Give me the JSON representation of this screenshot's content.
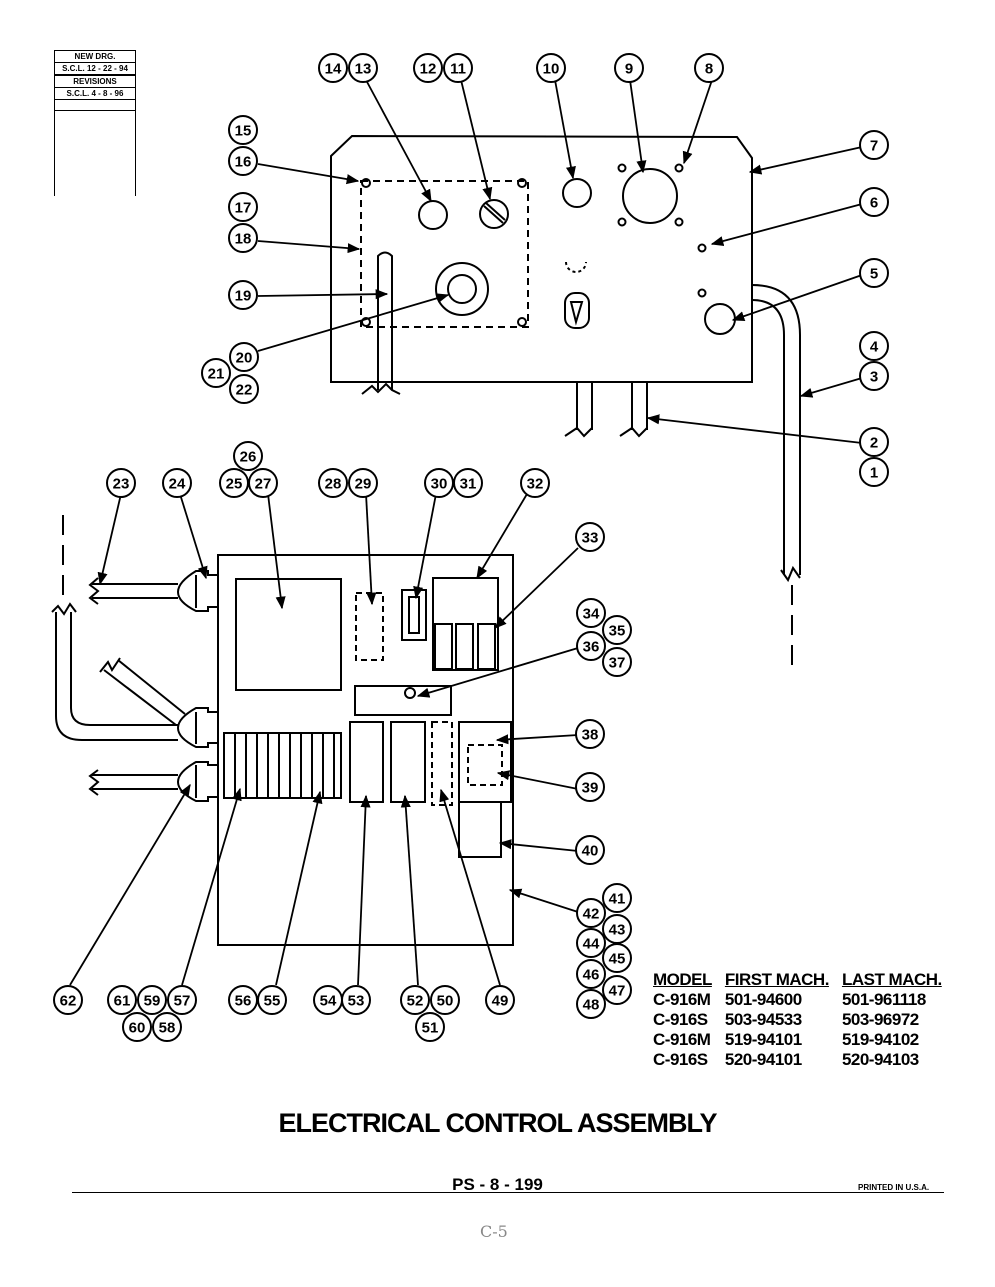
{
  "revision_block": {
    "new_drawing_label": "NEW DRG.",
    "new_drawing_date": "S.C.L. 12 - 22 - 94",
    "revisions_label": "REVISIONS",
    "revision_date": "S.C.L. 4 - 8 - 96"
  },
  "callouts": {
    "c1": "1",
    "c2": "2",
    "c3": "3",
    "c4": "4",
    "c5": "5",
    "c6": "6",
    "c7": "7",
    "c8": "8",
    "c9": "9",
    "c10": "10",
    "c11": "11",
    "c12": "12",
    "c13": "13",
    "c14": "14",
    "c15": "15",
    "c16": "16",
    "c17": "17",
    "c18": "18",
    "c19": "19",
    "c20": "20",
    "c21": "21",
    "c22": "22",
    "c23": "23",
    "c24": "24",
    "c25": "25",
    "c26": "26",
    "c27": "27",
    "c28": "28",
    "c29": "29",
    "c30": "30",
    "c31": "31",
    "c32": "32",
    "c33": "33",
    "c34": "34",
    "c35": "35",
    "c36": "36",
    "c37": "37",
    "c38": "38",
    "c39": "39",
    "c40": "40",
    "c41": "41",
    "c42": "42",
    "c43": "43",
    "c44": "44",
    "c45": "45",
    "c46": "46",
    "c47": "47",
    "c48": "48",
    "c49": "49",
    "c50": "50",
    "c51": "51",
    "c52": "52",
    "c53": "53",
    "c54": "54",
    "c55": "55",
    "c56": "56",
    "c57": "57",
    "c58": "58",
    "c59": "59",
    "c60": "60",
    "c61": "61",
    "c62": "62"
  },
  "model_table": {
    "headers": [
      "MODEL",
      "FIRST MACH.",
      "LAST MACH."
    ],
    "rows": [
      [
        "C-916M",
        "501-94600",
        "501-961118"
      ],
      [
        "C-916S",
        "503-94533",
        "503-96972"
      ],
      [
        "C-916M",
        "519-94101",
        "519-94102"
      ],
      [
        "C-916S",
        "520-94101",
        "520-94103"
      ]
    ]
  },
  "title": "ELECTRICAL CONTROL ASSEMBLY",
  "page_number": "PS - 8 - 199",
  "printed_note": "PRINTED IN U.S.A.",
  "handwritten_note": "C-5"
}
